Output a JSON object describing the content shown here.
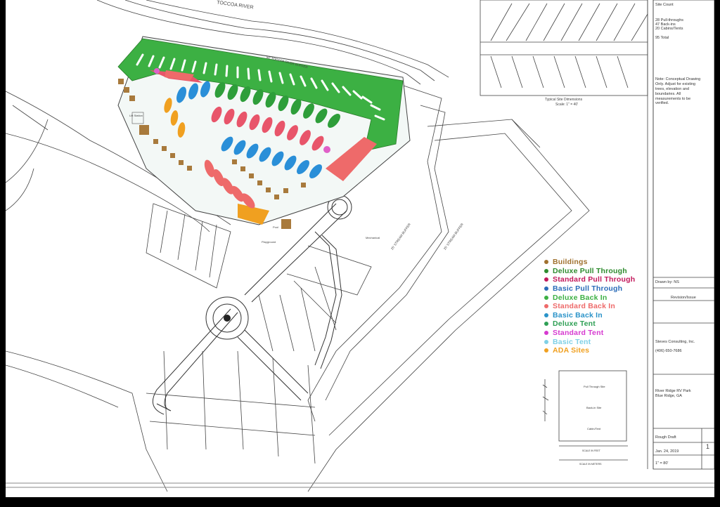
{
  "map": {
    "river_label": "TOCCOA RIVER",
    "river_buffer_label": "50' TOCCOA RIVER BUFFER",
    "stream_buffer_labels": [
      "25' STREAM BUFFER",
      "25' STREAM BUFFER"
    ],
    "small_labels": {
      "lift_station": "Lift Station",
      "pool": "Pool",
      "playground": "Playground",
      "mechanical": "Mechanical"
    }
  },
  "legend": {
    "items": [
      {
        "label": "Buildings",
        "color": "#a0712f"
      },
      {
        "label": "Deluxe Pull Through",
        "color": "#2e8b2e"
      },
      {
        "label": "Standard Pull Through",
        "color": "#c2185b"
      },
      {
        "label": "Basic Pull Through",
        "color": "#2a6bb8"
      },
      {
        "label": "Deluxe Back In",
        "color": "#3cb043"
      },
      {
        "label": "Standard Back In",
        "color": "#ee6a6a"
      },
      {
        "label": "Basic Back In",
        "color": "#2a93c9"
      },
      {
        "label": "Deluxe Tent",
        "color": "#2f9f55"
      },
      {
        "label": "Standard Tent",
        "color": "#d63ad0"
      },
      {
        "label": "Basic Tent",
        "color": "#7fd0e6"
      },
      {
        "label": "ADA Sites",
        "color": "#f0a020"
      }
    ]
  },
  "site_types": {
    "pull_through_green": "#3cb043",
    "pull_through_red": "#e8556a",
    "pull_through_blue": "#2a8fd8",
    "back_in_orange": "#f0a020",
    "building_brown": "#a87a3c",
    "pink": "#e060c8",
    "cyan": "#7fd0e6"
  },
  "detail": {
    "caption": "Typical Site Dimensions",
    "scale": "Scale: 1\" = 40'"
  },
  "title_block": {
    "site_count_heading": "Site Count",
    "site_count_lines": [
      "28 Pull-throughs",
      "47 Back-ins",
      "20 Cabins/Tents",
      "95 Total"
    ],
    "note": "Note: Conceptual Drawing Only. Adjust for existing trees, elevation and boundaries. All measurements to be verified.",
    "drawn_by": "Drawn by: NS",
    "revision": "Revision/Issue",
    "consultant": "Steves Consulting, Inc.",
    "phone": "(406) 650-7686",
    "project": "River Ridge RV Park\nBlue Ridge, GA",
    "status": "Rough Draft",
    "date": "Jan. 24, 2019",
    "scale": "1\" = 80'",
    "sheet": "1"
  },
  "inset": {
    "rows": [
      "Pull Through Site",
      "Back-in Site",
      "Cabin/Tent"
    ],
    "scale_feet": "SCALE IN FEET",
    "scale_meters": "SCALE IN METERS"
  }
}
